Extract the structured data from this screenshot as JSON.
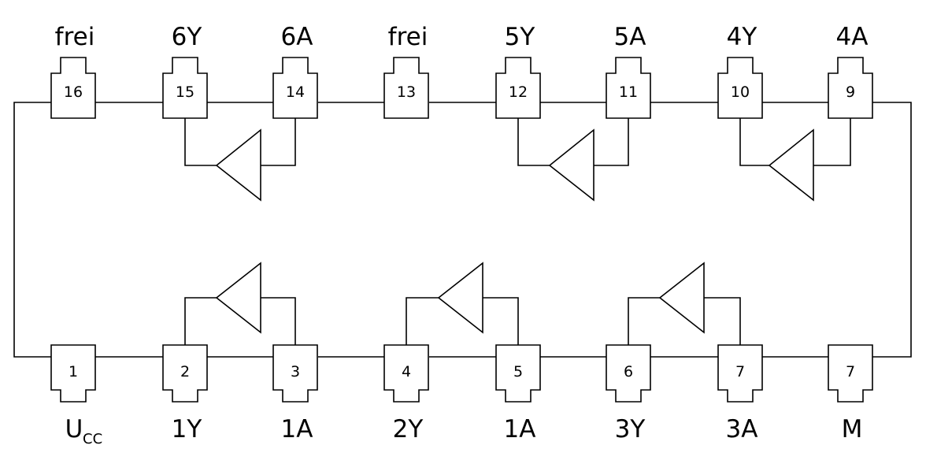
{
  "diagram": {
    "top_pins": [
      {
        "number": "16",
        "label": "frei"
      },
      {
        "number": "15",
        "label": "6Y"
      },
      {
        "number": "14",
        "label": "6A"
      },
      {
        "number": "13",
        "label": "frei"
      },
      {
        "number": "12",
        "label": "5Y"
      },
      {
        "number": "11",
        "label": "5A"
      },
      {
        "number": "10",
        "label": "4Y"
      },
      {
        "number": "9",
        "label": "4A"
      }
    ],
    "bottom_pins": [
      {
        "number": "1",
        "label": "U",
        "label_sub": "CC"
      },
      {
        "number": "2",
        "label": "1Y"
      },
      {
        "number": "3",
        "label": "1A"
      },
      {
        "number": "4",
        "label": "2Y"
      },
      {
        "number": "5",
        "label": "1A"
      },
      {
        "number": "6",
        "label": "3Y"
      },
      {
        "number": "7",
        "label": "3A"
      },
      {
        "number": "7",
        "label": "M"
      }
    ],
    "colors": {
      "line": "#000000",
      "background": "#ffffff"
    }
  }
}
